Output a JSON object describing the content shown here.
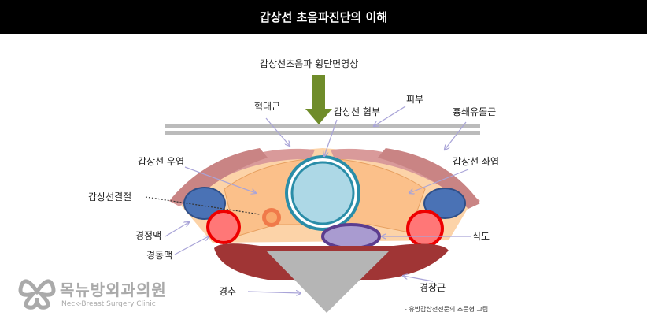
{
  "header": {
    "title": "갑상선 초음파진단의 이해"
  },
  "diagram": {
    "view_title": "갑상선초음파 횡단면영상",
    "labels": {
      "strap_muscle": "혁대근",
      "isthmus": "갑상선 협부",
      "skin": "피부",
      "scm": "흉쇄유돌근",
      "right_lobe": "갑상선 우엽",
      "left_lobe": "갑상선 좌엽",
      "nodule": "갑상선결절",
      "jugular": "경정맥",
      "carotid": "경동맥",
      "esophagus": "식도",
      "vertebra": "경추",
      "longus_colli": "경장근"
    },
    "credit": "- 유방갑상선전문의 조문형 그림"
  },
  "logo": {
    "name": "목뉴방외과의원",
    "subtitle": "Neck-Breast Surgery Clinic"
  }
}
